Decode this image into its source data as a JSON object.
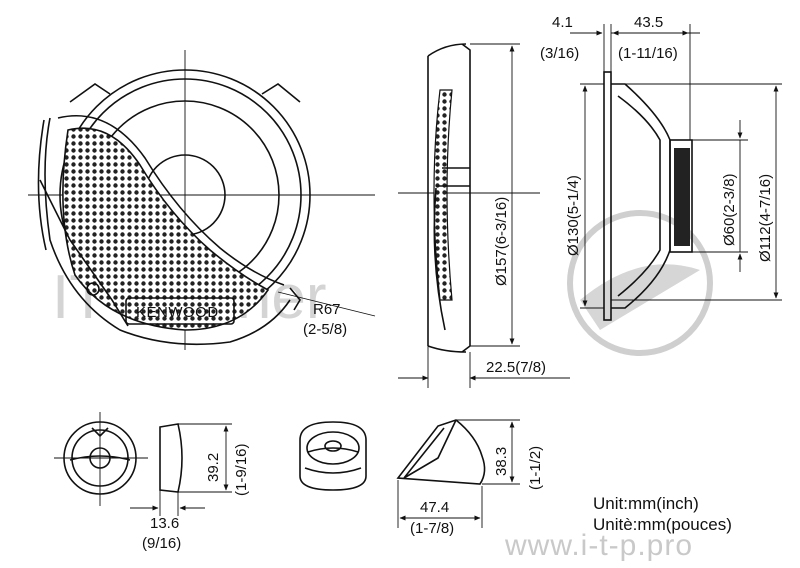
{
  "brand": "KENWOOD",
  "watermark": {
    "text": "IT Partner",
    "url": "www.i-t-p.pro"
  },
  "units": {
    "line1": "Unit:mm(inch)",
    "line2": "Unitè:mm(pouces)"
  },
  "dims": {
    "radius": "R67",
    "radius_in": "(2-5/8)",
    "flange_depth": "4.1",
    "flange_depth_in": "(3/16)",
    "mount_depth": "43.5",
    "mount_depth_in": "(1-11/16)",
    "outer_dia": "Ø157(6-3/16)",
    "cutout_dia": "Ø130(5-1/4)",
    "magnet_dia": "Ø60(2-3/8)",
    "basket_dia": "Ø112(4-7/16)",
    "grille_depth": "22.5(7/8)",
    "tw_height": "39.2",
    "tw_height_in": "(1-9/16)",
    "tw_depth": "13.6",
    "tw_depth_in": "(9/16)",
    "tw2_height": "38.3",
    "tw2_height_in": "(1-1/2)",
    "tw2_width": "47.4",
    "tw2_width_in": "(1-7/8)"
  }
}
